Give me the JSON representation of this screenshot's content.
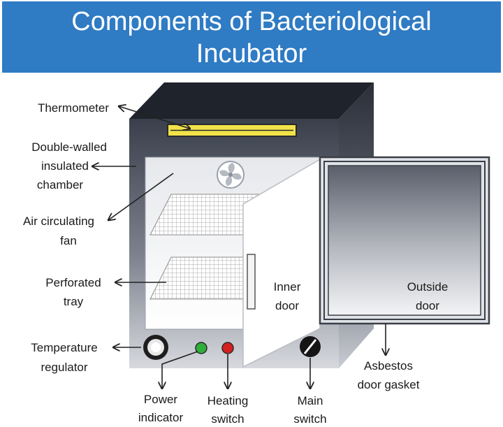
{
  "title": {
    "line1": "Components of Bacteriological",
    "line2": "Incubator"
  },
  "labels": {
    "thermometer": "Thermometer",
    "chamber_1": "Double-walled",
    "chamber_2": "insulated",
    "chamber_3": "chamber",
    "fan_1": "Air circulating",
    "fan_2": "fan",
    "tray_1": "Perforated",
    "tray_2": "tray",
    "inner_door_1": "Inner",
    "inner_door_2": "door",
    "outside_door_1": "Outside",
    "outside_door_2": "door",
    "temp_reg_1": "Temperature",
    "temp_reg_2": "regulator",
    "gasket_1": "Asbestos",
    "gasket_2": "door gasket",
    "power_1": "Power",
    "power_2": "indicator",
    "heating_1": "Heating",
    "heating_2": "switch",
    "main_1": "Main",
    "main_2": "switch"
  },
  "colors": {
    "banner": "#2f7bc4",
    "power_indicator": "#2fae3a",
    "heating_switch": "#d42020",
    "thermometer": "#f2e24a"
  }
}
